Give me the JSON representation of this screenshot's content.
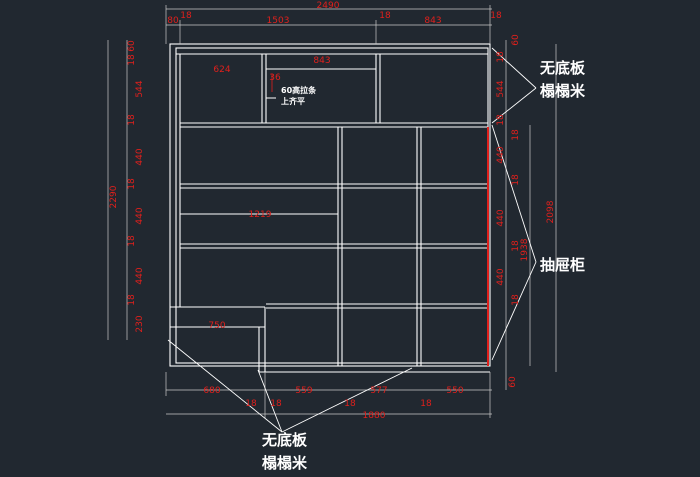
{
  "dims": {
    "top": [
      "2490",
      "80",
      "18",
      "1503",
      "18",
      "843",
      "18"
    ],
    "inner": [
      "624",
      "36",
      "843",
      "1219",
      "750"
    ],
    "bottom": [
      "680",
      "18",
      "18",
      "559",
      "18",
      "577",
      "18",
      "550",
      "1880"
    ],
    "left": [
      "2290",
      "60",
      "18",
      "544",
      "18",
      "440",
      "18",
      "440",
      "18",
      "440",
      "18",
      "230"
    ],
    "right": [
      "60",
      "18",
      "544",
      "18",
      "18",
      "440",
      "440",
      "18",
      "18",
      "440",
      "18",
      "60",
      "1938",
      "2098"
    ]
  },
  "notes": {
    "top_right_1": "无底板",
    "top_right_2": "榻榻米",
    "bottom_1": "无底板",
    "bottom_2": "榻榻米",
    "drawer": "抽屉柜",
    "strip_1": "60高拉条",
    "strip_2": "上齐平"
  }
}
